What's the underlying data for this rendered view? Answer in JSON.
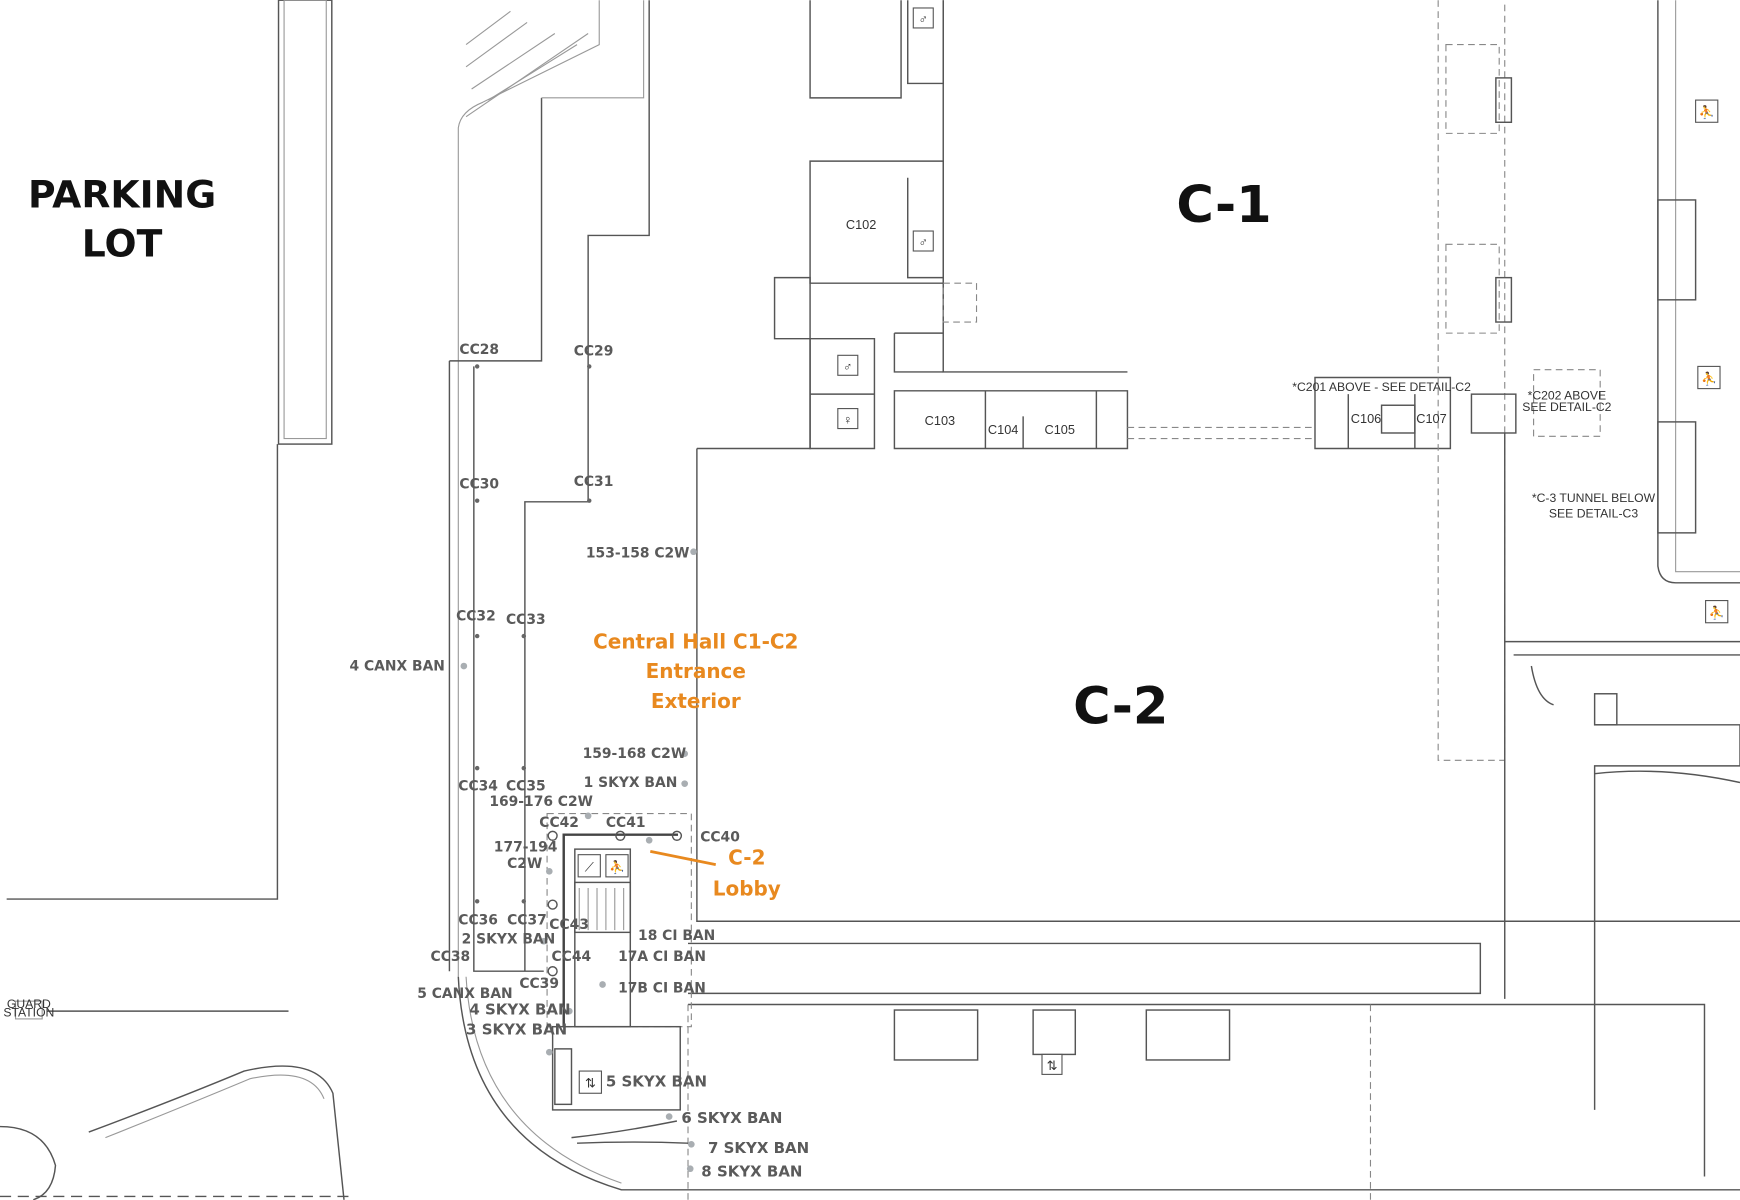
{
  "map": {
    "parking_lot": [
      "PARKING",
      "LOT"
    ],
    "halls": {
      "c1": "C-1",
      "c2": "C-2"
    },
    "highlight_color": "#e8891f",
    "highlights": {
      "central_hall": [
        "Central Hall C1-C2",
        "Entrance",
        "Exterior"
      ],
      "c2_lobby": [
        "C-2",
        "Lobby"
      ]
    },
    "rooms": {
      "c102": "C102",
      "c103": "C103",
      "c104": "C104",
      "c105": "C105",
      "c106": "C106",
      "c107": "C107"
    },
    "notes": {
      "c201": "*C201 ABOVE - SEE DETAIL-C2",
      "c202": [
        "*C202 ABOVE",
        "SEE DETAIL-C2"
      ],
      "c3_tunnel": [
        "*C-3 TUNNEL BELOW",
        "SEE DETAIL-C3"
      ],
      "guard_station": [
        "GUARD",
        "STATION"
      ]
    },
    "columns": {
      "cc28": "CC28",
      "cc29": "CC29",
      "cc30": "CC30",
      "cc31": "CC31",
      "cc32": "CC32",
      "cc33": "CC33",
      "cc34": "CC34",
      "cc35": "CC35",
      "cc36": "CC36",
      "cc37": "CC37",
      "cc38": "CC38",
      "cc39": "CC39",
      "cc40": "CC40",
      "cc41": "CC41",
      "cc42": "CC42",
      "cc43": "CC43",
      "cc44": "CC44"
    },
    "signage": {
      "s153": "153-158 C2W",
      "s159": "159-168 C2W",
      "skyx1": "1 SKYX BAN",
      "s169": "169-176 C2W",
      "s177a": "177-194",
      "s177b": "C2W",
      "skyx2": "2 SKYX BAN",
      "canx4": "4 CANX BAN",
      "canx5": "5 CANX BAN",
      "skyx4": "4 SKYX BAN",
      "skyx3": "3 SKYX BAN",
      "skyx5": "5 SKYX BAN",
      "skyx6": "6 SKYX BAN",
      "skyx7": "7 SKYX BAN",
      "skyx8": "8 SKYX BAN",
      "ci18": "18 CI BAN",
      "ci17a": "17A CI BAN",
      "ci17b": "17B CI BAN"
    }
  }
}
